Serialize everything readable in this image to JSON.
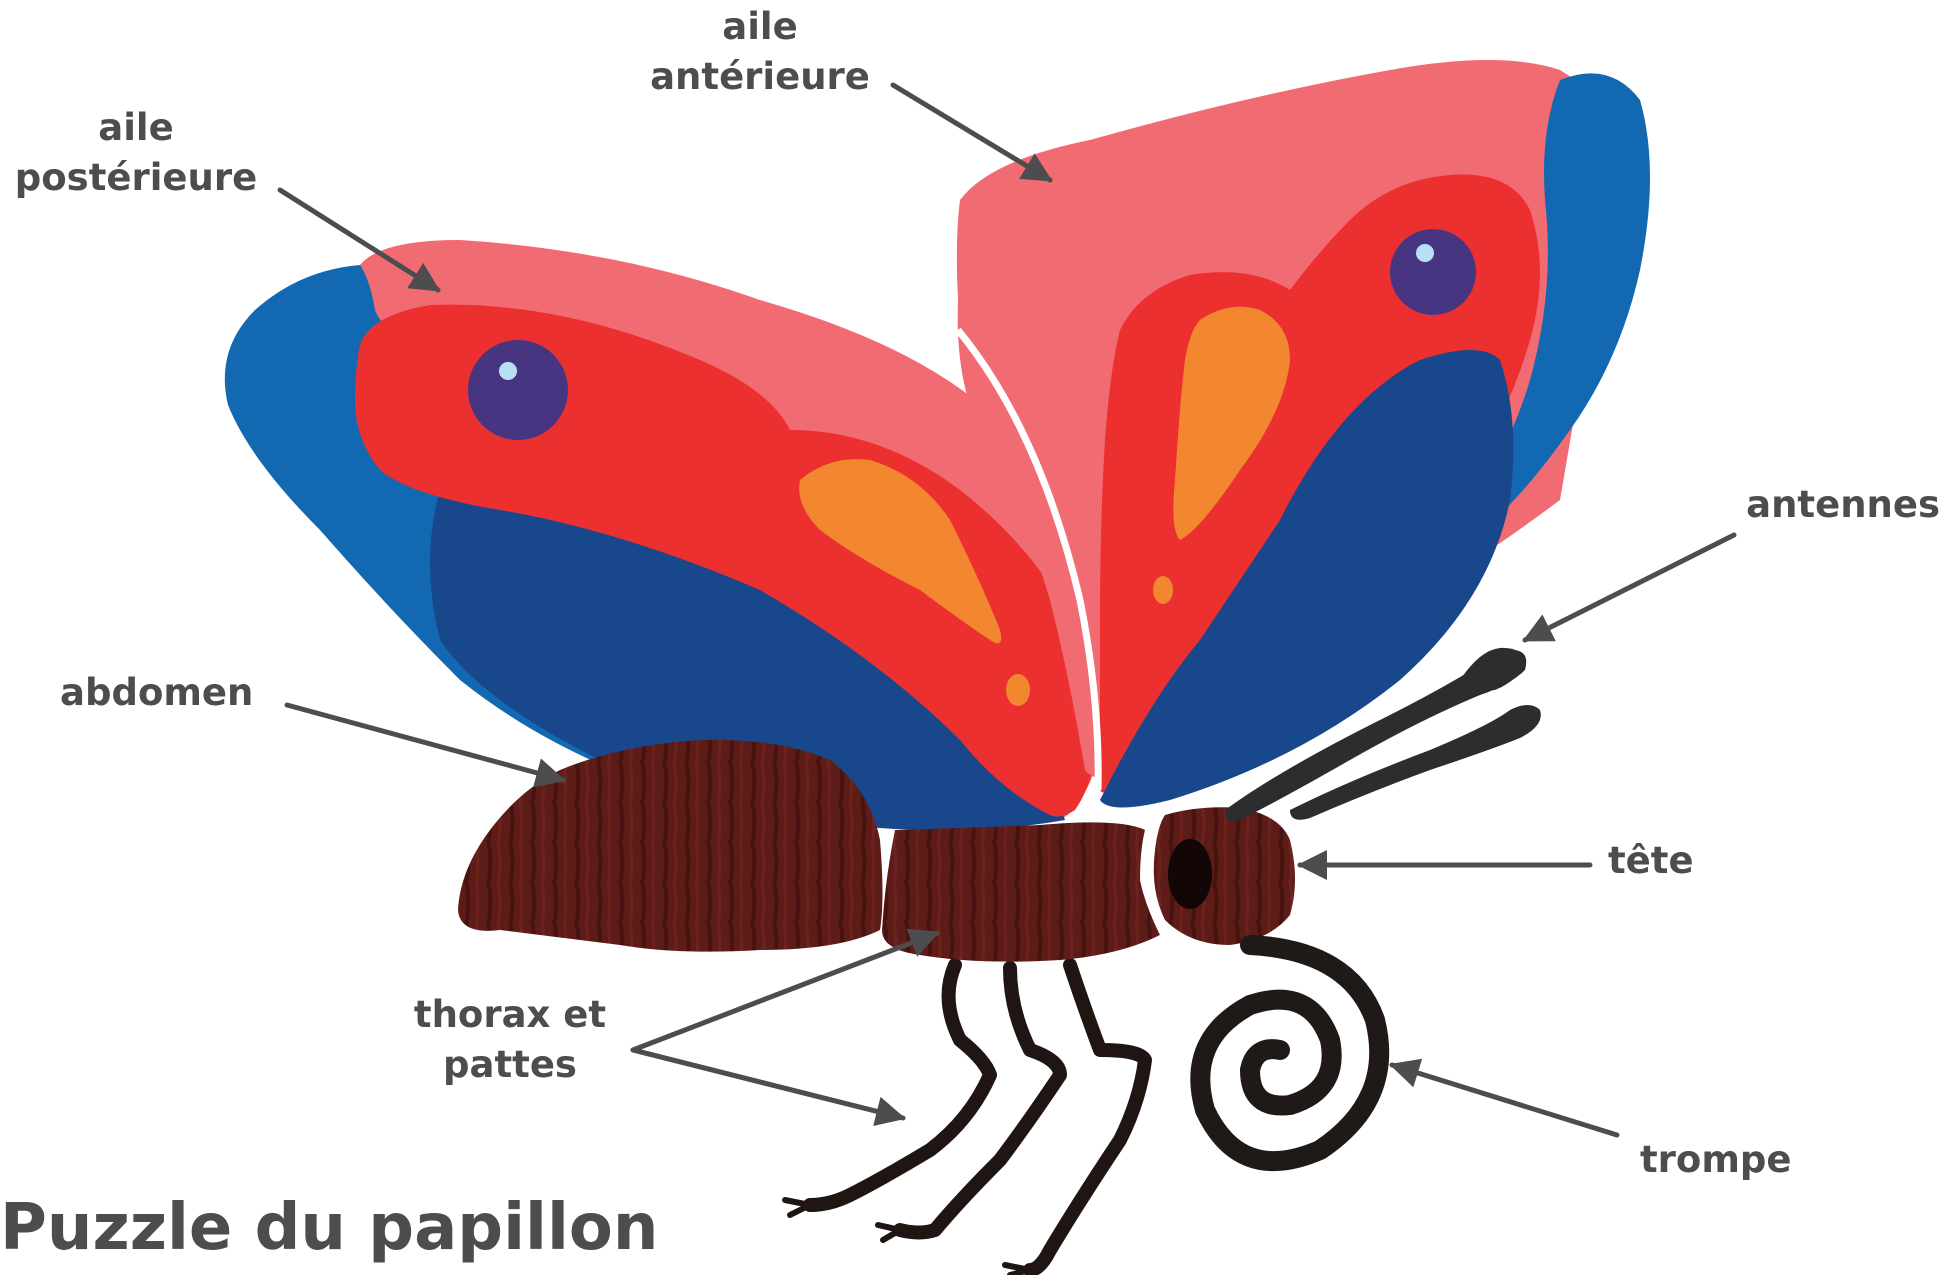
{
  "title": "Puzzle du papillon",
  "labels": {
    "forewing": [
      "aile",
      "antérieure"
    ],
    "hindwing": [
      "aile",
      "postérieure"
    ],
    "antennae": "antennes",
    "abdomen": "abdomen",
    "head": "tête",
    "thorax_legs": [
      "thorax et",
      "pattes"
    ],
    "proboscis": "trompe"
  },
  "colors": {
    "wing_outer_blue": "#1369b1",
    "wing_inner_blue": "#18478c",
    "wing_pink": "#f16b72",
    "wing_red": "#ec3030",
    "wing_orange": "#f3872f",
    "eyespot": "#473582",
    "body_brown": "#5b1a17",
    "legs_black": "#1f1512",
    "antenna_gray": "#2b2d2e",
    "label_text": "#4d4d4f",
    "arrow": "#4d4d4f"
  }
}
